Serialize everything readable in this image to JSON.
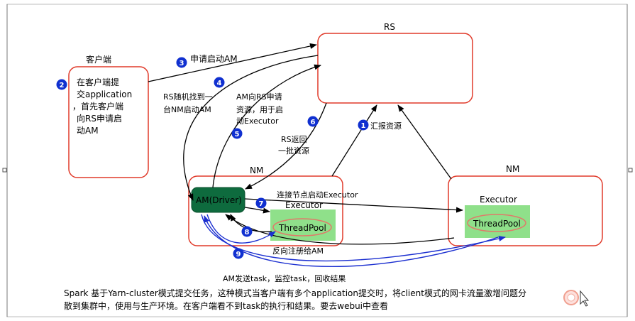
{
  "diagram": {
    "rs_title": "RS",
    "client_title": "客户端",
    "client_text_lines": [
      "在客户端提",
      "交application",
      "，首先客户端",
      "向RS申请启",
      "动AM"
    ],
    "nm_left_title": "NM",
    "nm_right_title": "NM",
    "am_driver": "AM(Driver)",
    "executor_left": "Executor",
    "executor_right": "Executor",
    "threadpool_left": "ThreadPool",
    "threadpool_right": "ThreadPool",
    "label_apply_am": "申请启动AM",
    "label_rs_random_lines": [
      "RS随机找到一",
      "台NM启动AM"
    ],
    "label_am_request_lines": [
      "AM向RS申请",
      "资源，用于启",
      "动Executor"
    ],
    "label_rs_return_lines": [
      "RS返回",
      "一批资源"
    ],
    "label_report": "汇报资源",
    "label_connect": "连接节点启动Executor",
    "label_reverse_register": "反向注册给AM",
    "label_am_send_task": "AM发送task，监控task，回收结果",
    "badges": [
      "1",
      "2",
      "3",
      "4",
      "5",
      "6",
      "7",
      "8",
      "9"
    ]
  },
  "footer": {
    "line1": "Spark 基于Yarn-cluster模式提交任务，这种模式当客户端有多个application提交时，将client模式的网卡流量激增问题分",
    "line2": "散到集群中，使用与生产环境。在客户端看不到task的执行和结果。要去webui中查看"
  },
  "colors": {
    "box_border": "#e03a2a",
    "am_fill": "#0e6b3e",
    "executor_fill": "#8fe08a",
    "threadpool_border": "#e07a6a",
    "badge_fill": "#1030d0",
    "blue_arrow": "#1a2ed0",
    "frame": "#bdbdbd"
  }
}
